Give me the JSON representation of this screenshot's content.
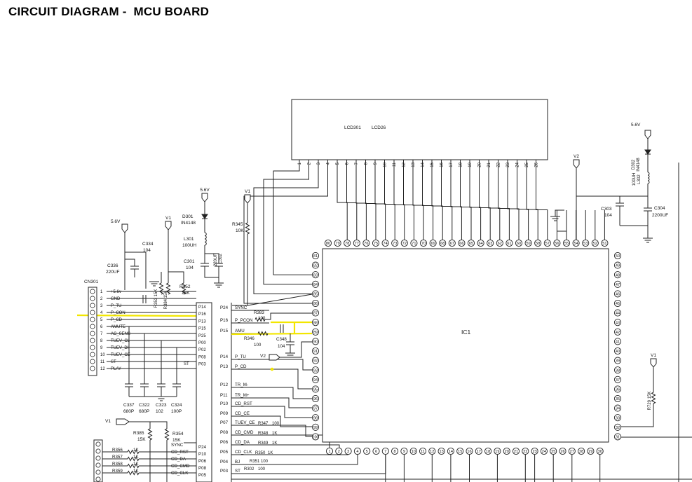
{
  "title": "CIRCUIT DIAGRAM -  MCU BOARD",
  "colors": {
    "line": "#222222",
    "highlight": "#f2e600",
    "background": "#ffffff"
  },
  "lcd": {
    "labels": [
      "LCD301",
      "LCD26"
    ],
    "pins": [
      "1",
      "2",
      "3",
      "4",
      "5",
      "6",
      "7",
      "8",
      "9",
      "10",
      "11",
      "12",
      "13",
      "14",
      "15",
      "16",
      "17",
      "18",
      "19",
      "20",
      "21",
      "22",
      "23",
      "24",
      "25",
      "26"
    ]
  },
  "ic": {
    "label": "IC1",
    "top_pins": [
      "80",
      "79",
      "78",
      "77",
      "76",
      "75",
      "74",
      "73",
      "72",
      "71",
      "70",
      "69",
      "68",
      "67",
      "66",
      "65",
      "64",
      "63",
      "62",
      "61",
      "60",
      "59",
      "58",
      "57",
      "56",
      "55",
      "54",
      "53",
      "52",
      "51"
    ],
    "left_pins": [
      "81",
      "82",
      "83",
      "84",
      "85",
      "86",
      "87",
      "88",
      "89",
      "90",
      "91",
      "92",
      "93",
      "94",
      "95",
      "96",
      "97",
      "98",
      "99",
      "100"
    ],
    "bottom_pins": [
      "1",
      "2",
      "3",
      "4",
      "5",
      "6",
      "7",
      "8",
      "9",
      "10",
      "11",
      "12",
      "13",
      "14",
      "15",
      "16",
      "17",
      "18",
      "19",
      "20",
      "21",
      "22",
      "23",
      "24",
      "25",
      "26",
      "27",
      "28",
      "29",
      "30"
    ],
    "right_pins": [
      "50",
      "49",
      "48",
      "47",
      "46",
      "45",
      "44",
      "43",
      "42",
      "41",
      "40",
      "39",
      "38",
      "37",
      "36",
      "35",
      "34",
      "33",
      "32",
      "31"
    ]
  },
  "connector": {
    "ref": "CN301",
    "numbers": [
      "1",
      "2",
      "3",
      "4",
      "5",
      "6",
      "7",
      "8",
      "9",
      "10",
      "11",
      "12"
    ],
    "signals": [
      "+5.6v",
      "GND",
      "P_TU",
      "P_CON",
      "P_CD",
      "AMUTE",
      "AC_SENS",
      "TUEV_CL",
      "TUEV_DI",
      "TUEV_CE",
      "ST",
      "PLAY"
    ]
  },
  "mcu_pins": {
    "left_labels": [
      "P14",
      "P16",
      "P13",
      "P15",
      "P25",
      "P00",
      "P02",
      "P08",
      "P03"
    ],
    "right_labels": [
      "P24",
      "P16",
      "P15",
      "P14",
      "P13",
      "P12",
      "P11",
      "P10",
      "P09",
      "P07",
      "P08",
      "P06",
      "P05",
      "P04",
      "P03"
    ],
    "signal_labels": [
      "SYNC",
      "P_PCON",
      "AMU",
      "P_TU",
      "P_CD",
      "TR_M-",
      "TR_M+",
      "CD_RST",
      "CD_CE",
      "TUEV_CE",
      "CD_CMD",
      "CD_DA",
      "CD_CLK",
      "BJ",
      "ST"
    ],
    "st_label": "ST"
  },
  "components": {
    "d301": [
      "D301",
      "IN4148"
    ],
    "l301": [
      "L301",
      "100UH"
    ],
    "c301": [
      "C301",
      "104"
    ],
    "c302": [
      "220UF",
      "C302"
    ],
    "r345": [
      "R345",
      "10K"
    ],
    "c334": [
      "C334",
      "104"
    ],
    "c336": [
      "C336",
      "220UF"
    ],
    "r353": [
      "R353",
      "15K"
    ],
    "r384": [
      "R384",
      "15K"
    ],
    "r352": [
      "R352",
      "15K"
    ],
    "r383": [
      "R383",
      "100"
    ],
    "r346": [
      "R346",
      "100"
    ],
    "c348": [
      "C348",
      "104"
    ],
    "caps_bottom": [
      [
        "C337",
        "680P"
      ],
      [
        "C322",
        "680P"
      ],
      [
        "C323",
        "102"
      ],
      [
        "C324",
        "100P"
      ]
    ],
    "r385": [
      "R385",
      "15K"
    ],
    "r354": [
      "R354",
      "15K"
    ],
    "bottom_resistors": [
      [
        "R356",
        "1K"
      ],
      [
        "R357",
        "1K"
      ],
      [
        "R358",
        "1K"
      ],
      [
        "R359",
        "1K"
      ]
    ],
    "bottom_signals": [
      "SYNC",
      "CD_RST",
      "CD_DA",
      "CD_CMD",
      "CD_CLK"
    ],
    "bottom_pins": [
      "P24",
      "P10",
      "P06",
      "P08",
      "P05"
    ],
    "r347": [
      "R347",
      "100"
    ],
    "r348": [
      "R348",
      "1K"
    ],
    "r349": [
      "R349",
      "1K"
    ],
    "r350": [
      "R350",
      "1K"
    ],
    "r351": [
      "R351",
      "100"
    ],
    "r302": [
      "R302",
      "100"
    ],
    "d302": [
      "D302",
      "IN4148"
    ],
    "l302": [
      "100UH",
      "L302"
    ],
    "c303": [
      "C303",
      "104"
    ],
    "c304": [
      "C304",
      "2200UF"
    ],
    "r729": [
      "R729",
      "15K"
    ]
  },
  "supplies": {
    "v56": "5.6V",
    "v56_alt": "5.6v",
    "v1": "V1",
    "v2": "V2"
  }
}
